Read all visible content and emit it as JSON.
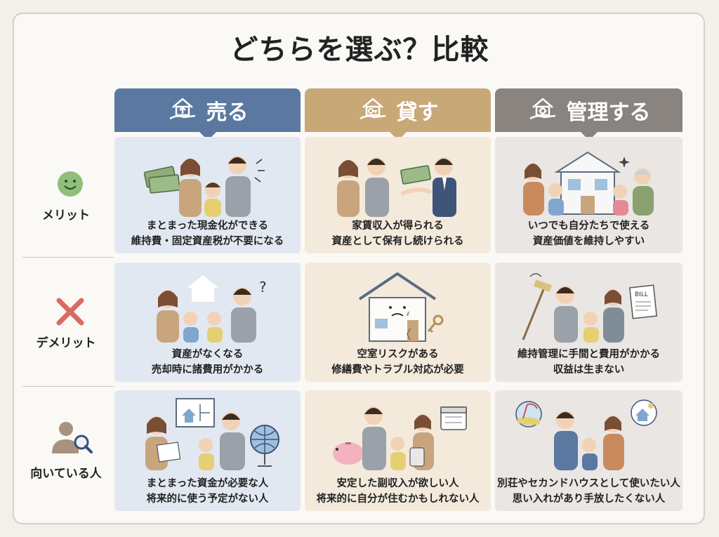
{
  "title": "どちらを選ぶ？比較",
  "columns": [
    {
      "label": "売る",
      "icon": "house-up-arrow-hand-icon",
      "color": "#5b78a0"
    },
    {
      "label": "貸す",
      "icon": "house-key-hand-icon",
      "color": "#c9a878"
    },
    {
      "label": "管理する",
      "icon": "house-gear-hand-icon",
      "color": "#8a8480"
    }
  ],
  "rows": [
    {
      "label": "メリット",
      "icon": "smile-face-icon",
      "cells": [
        {
          "line1": "まとまった現金化ができる",
          "line2": "維持費・固定資産税が不要になる"
        },
        {
          "line1": "家賃収入が得られる",
          "line2": "資産として保有し続けられる"
        },
        {
          "line1": "いつでも自分たちで使える",
          "line2": "資産価値を維持しやすい"
        }
      ]
    },
    {
      "label": "デメリット",
      "icon": "cross-mark-icon",
      "cells": [
        {
          "line1": "資産がなくなる",
          "line2": "売却時に諸費用がかかる"
        },
        {
          "line1": "空室リスクがある",
          "line2": "修繕費やトラブル対応が必要"
        },
        {
          "line1": "維持管理に手間と費用がかかる",
          "line2": "収益は生まない"
        }
      ]
    },
    {
      "label": "向いている人",
      "icon": "person-magnifier-icon",
      "cells": [
        {
          "line1": "まとまった資金が必要な人",
          "line2": "将来的に使う予定がない人"
        },
        {
          "line1": "安定した副収入が欲しい人",
          "line2": "将来的に自分が住むかもしれない人"
        },
        {
          "line1": "別荘やセカンドハウスとして使いたい人",
          "line2": "思い入れがあり手放したくない人"
        }
      ]
    }
  ],
  "illustration_text": {
    "bill": "BILL"
  }
}
